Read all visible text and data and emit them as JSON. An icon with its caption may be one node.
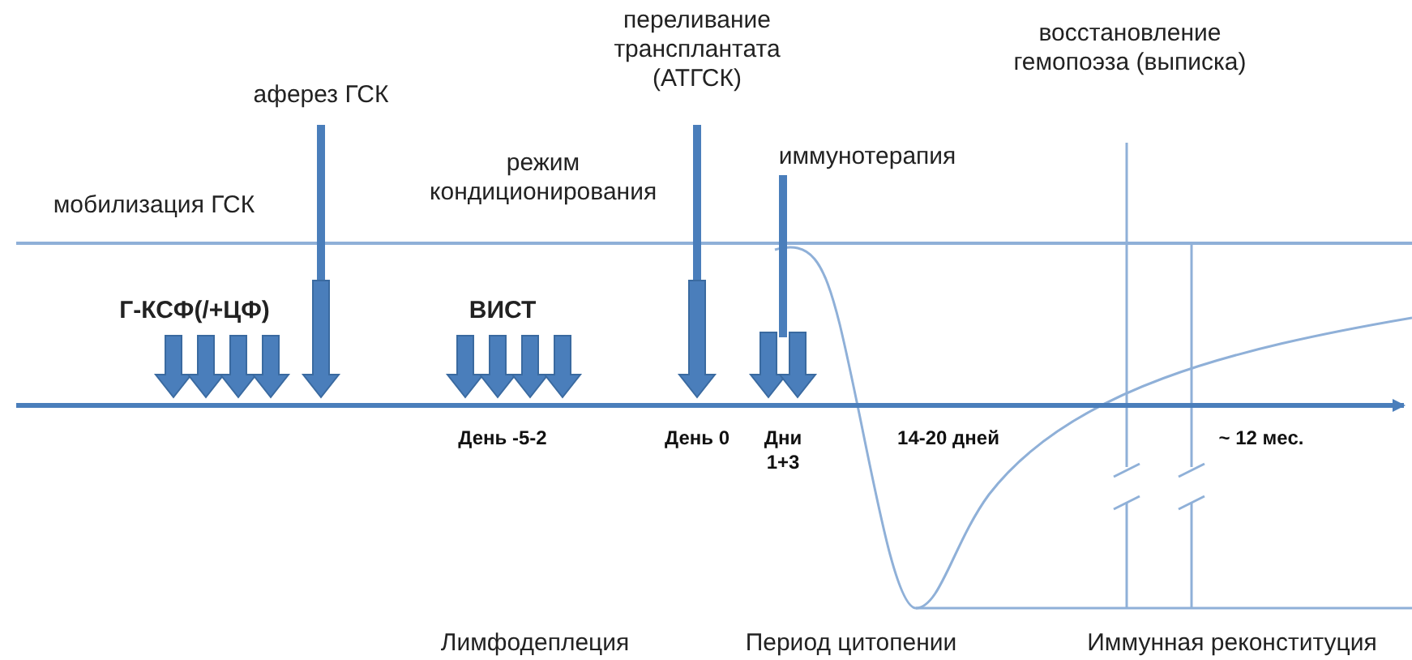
{
  "diagram": {
    "labels": [
      "переливание трансплантата (АТГСК)",
      "аферез ГСК",
      "восстановление гемопоэза (выписка)",
      "иммунотерапия",
      "режим кондиционирования",
      "мобилизация ГСК",
      "Г-КСФ(/+ЦФ)",
      "ВИСТ",
      "День -5-2",
      "День 0",
      "Дни 1+3",
      "14-20 дней",
      "~ 12 мес.",
      "Лимфодеплеция",
      "Период цитопении",
      "Иммунная реконституция"
    ]
  }
}
